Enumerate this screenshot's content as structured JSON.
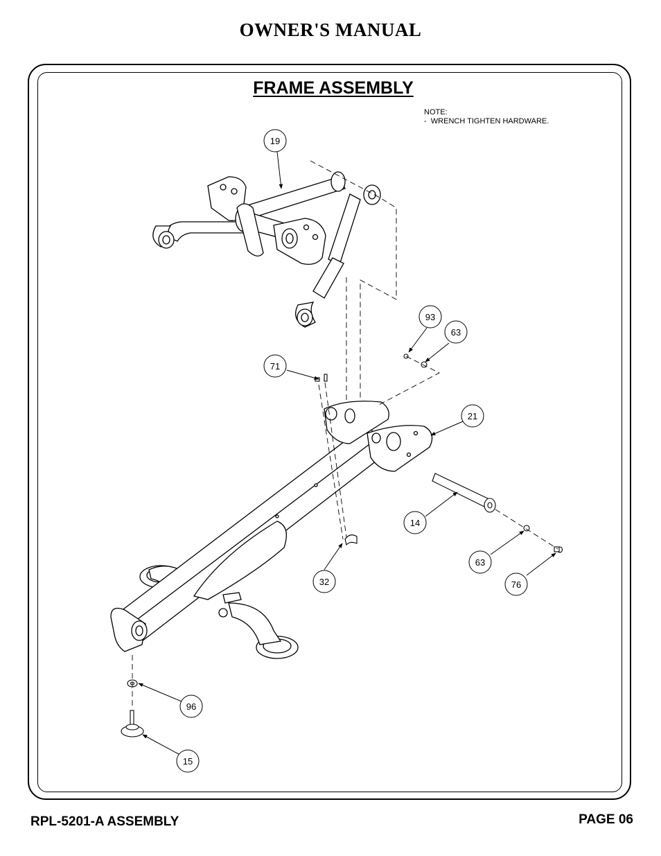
{
  "header": {
    "title": "OWNER'S MANUAL"
  },
  "section": {
    "title": "FRAME ASSEMBLY"
  },
  "note": {
    "heading": "NOTE:",
    "line1": "-  WRENCH TIGHTEN HARDWARE."
  },
  "callouts": {
    "c19": "19",
    "c93": "93",
    "c63a": "63",
    "c71": "71",
    "c21": "21",
    "c14": "14",
    "c63b": "63",
    "c32": "32",
    "c76": "76",
    "c96": "96",
    "c15": "15"
  },
  "footer": {
    "model": "RPL-5201-A ASSEMBLY",
    "page": "PAGE 06"
  }
}
